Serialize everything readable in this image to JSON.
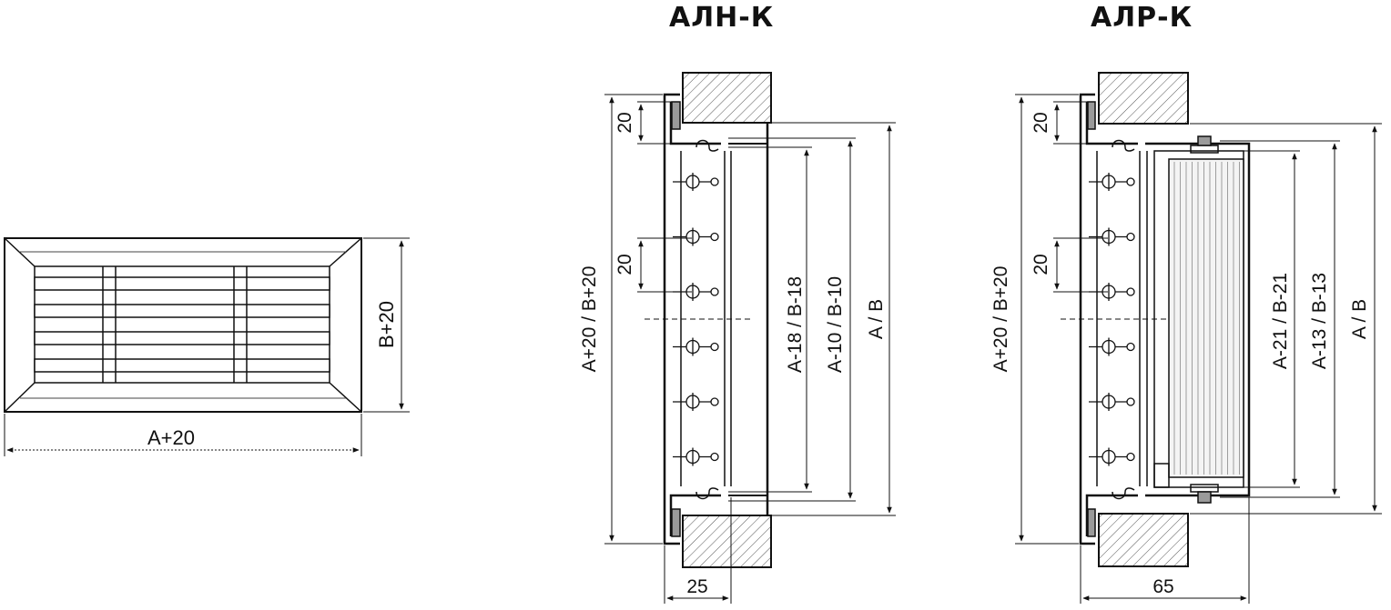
{
  "titles": {
    "aln": "АЛН-К",
    "alr": "АЛР-К"
  },
  "front_view": {
    "width_label": "A+20",
    "height_label": "B+20"
  },
  "section_aln": {
    "overall": "A+20 / B+20",
    "top_gap": "20",
    "pitch": "20",
    "inner1": "A-18 / B-18",
    "inner2": "A-10 / B-10",
    "outer": "A / B",
    "depth": "25"
  },
  "section_alr": {
    "overall": "A+20 / B+20",
    "top_gap": "20",
    "pitch": "20",
    "inner1": "A-21 / B-21",
    "inner2": "A-13 / B-13",
    "outer": "A / B",
    "depth": "65"
  },
  "colors": {
    "line": "#111111",
    "hatch": "#555555",
    "grey": "#9a9a9a"
  }
}
